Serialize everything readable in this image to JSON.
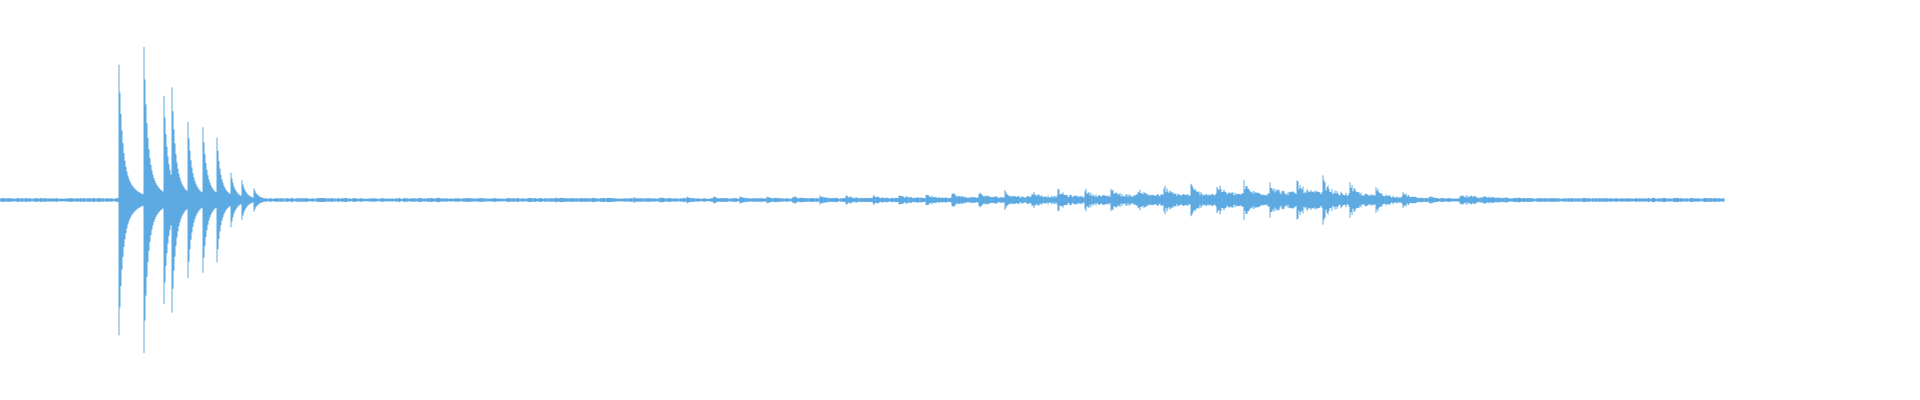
{
  "waveform": {
    "color": "#5DA9E1",
    "background": "#ffffff",
    "duration_fraction_filled": 0.898,
    "events": [
      {
        "t": 0.0615,
        "amp": 0.75
      },
      {
        "t": 0.075,
        "amp": 0.68
      },
      {
        "t": 0.085,
        "amp": 0.56
      },
      {
        "t": 0.0895,
        "amp": 0.52
      },
      {
        "t": 0.0975,
        "amp": 0.42
      },
      {
        "t": 0.1055,
        "amp": 0.36
      },
      {
        "t": 0.113,
        "amp": 0.28
      },
      {
        "t": 0.12,
        "amp": 0.14
      },
      {
        "t": 0.126,
        "amp": 0.09
      },
      {
        "t": 0.132,
        "amp": 0.06
      }
    ],
    "rhythm_start": 0.275,
    "rhythm_end": 0.76,
    "rhythm_period": 0.0138
  }
}
